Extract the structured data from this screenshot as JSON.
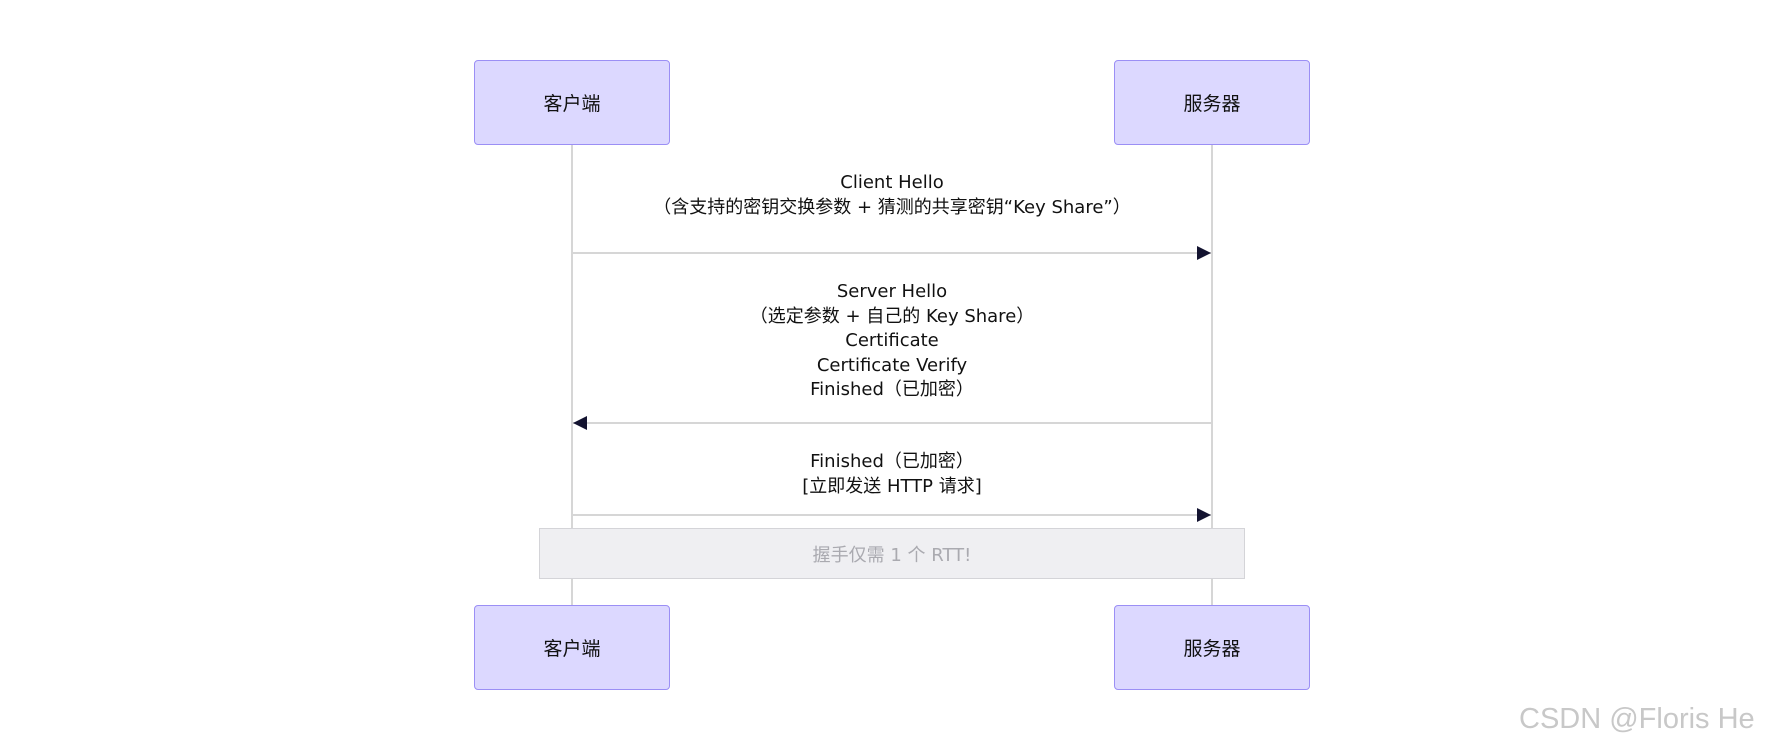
{
  "participants": {
    "client": "客户端",
    "server": "服务器"
  },
  "messages": [
    {
      "direction": "client-to-server",
      "lines": [
        "Client Hello",
        "（含支持的密钥交换参数 + 猜测的共享密钥“Key Share”）"
      ]
    },
    {
      "direction": "server-to-client",
      "lines": [
        "Server Hello",
        "（选定参数 + 自己的 Key Share）",
        "Certificate",
        "Certificate Verify",
        "Finished（已加密）"
      ]
    },
    {
      "direction": "client-to-server",
      "lines": [
        "Finished（已加密）",
        "[立即发送 HTTP 请求]"
      ]
    }
  ],
  "note": "握手仅需 1 个 RTT!",
  "watermark": "CSDN @Floris He",
  "colors": {
    "actor_fill": "#dcd8ff",
    "actor_border": "#9b8ff5",
    "arrow_head": "#131330",
    "note_fill": "#efeff2"
  }
}
